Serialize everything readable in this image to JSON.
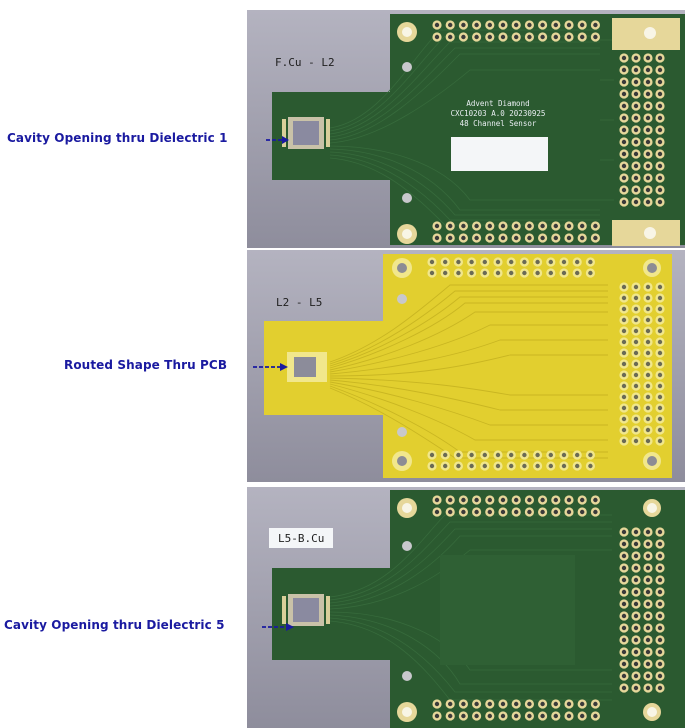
{
  "panels": [
    {
      "layer_label": "F.Cu - L2",
      "silkscreen": [
        "Advent Diamond",
        "CXC10203 A.0 20230925",
        "48 Channel Sensor"
      ]
    },
    {
      "layer_label": "L2 - L5"
    },
    {
      "layer_label": "L5-B.Cu"
    }
  ],
  "callouts": [
    {
      "text": "Cavity Opening thru Dielectric 1"
    },
    {
      "text": "Routed Shape Thru PCB"
    },
    {
      "text": "Cavity Opening thru Dielectric 5"
    }
  ],
  "colors": {
    "board_background": "#9d9cab",
    "copper_green": "#2b5a30",
    "copper_yellow": "#e2cf2f",
    "pad_ring": "#e3d59a",
    "callout_text": "#1a1aa0",
    "arrow": "#1a1aa0"
  }
}
